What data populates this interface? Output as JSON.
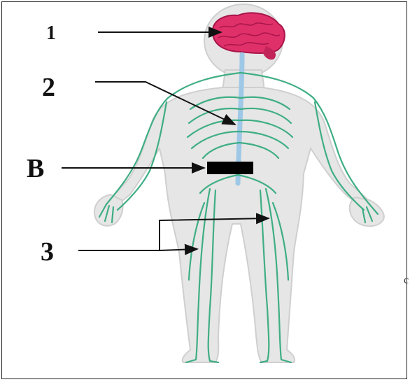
{
  "diagram": {
    "title": "",
    "labels": {
      "one": "1",
      "two": "2",
      "b": "B",
      "three": "3"
    },
    "edge_mark": "c",
    "colors": {
      "body_fill": "#e6e6e6",
      "body_outline": "#cfcfcf",
      "nerve": "#3fae84",
      "spinal_cord": "#9ec8e6",
      "brain": "#e0306a",
      "brain_dark": "#a8154a",
      "arrow": "#111111",
      "box_b": "#000000"
    }
  }
}
